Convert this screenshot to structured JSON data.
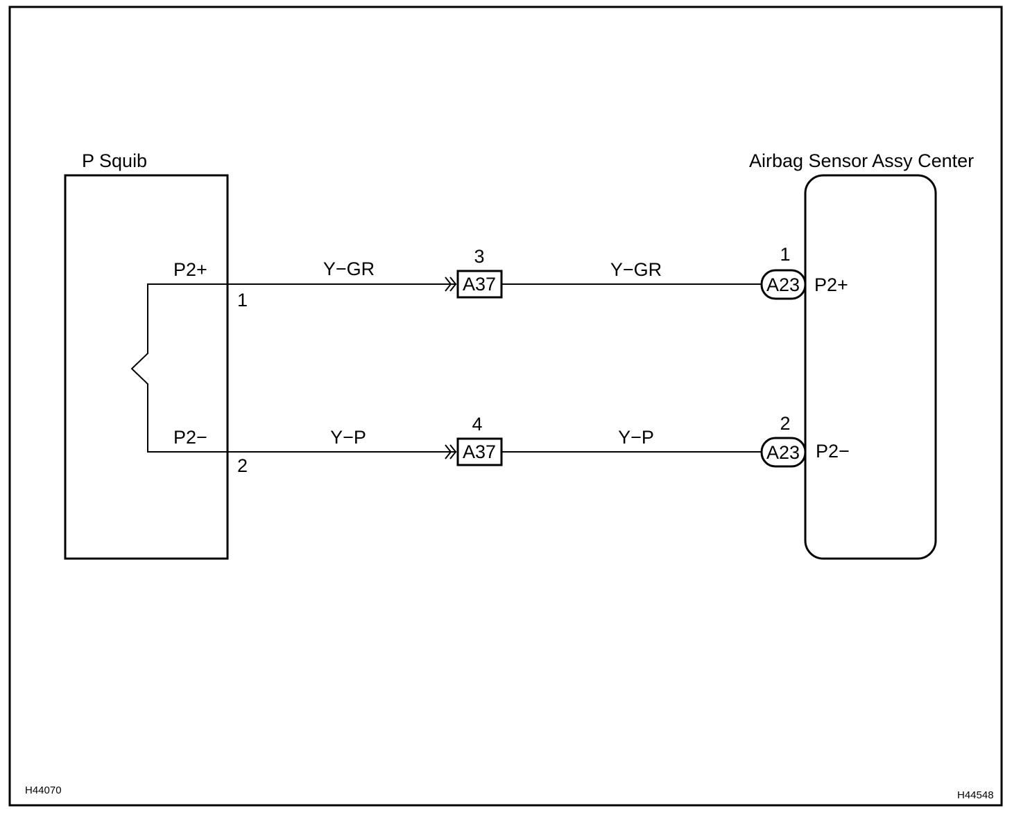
{
  "components": {
    "squib": {
      "title": "P Squib"
    },
    "sensor": {
      "title": "Airbag Sensor Assy Center"
    }
  },
  "circuits": [
    {
      "squib_pin_name": "P2+",
      "squib_pin_number": "1",
      "wire_color_left": "Y−GR",
      "inline_connector": "A37",
      "inline_pin": "3",
      "wire_color_right": "Y−GR",
      "sensor_connector": "A23",
      "sensor_pin_number": "1",
      "sensor_pin_name": "P2+"
    },
    {
      "squib_pin_name": "P2−",
      "squib_pin_number": "2",
      "wire_color_left": "Y−P",
      "inline_connector": "A37",
      "inline_pin": "4",
      "wire_color_right": "Y−P",
      "sensor_connector": "A23",
      "sensor_pin_number": "2",
      "sensor_pin_name": "P2−"
    }
  ],
  "figure_codes": {
    "left": "H44070",
    "right": "H44548"
  }
}
